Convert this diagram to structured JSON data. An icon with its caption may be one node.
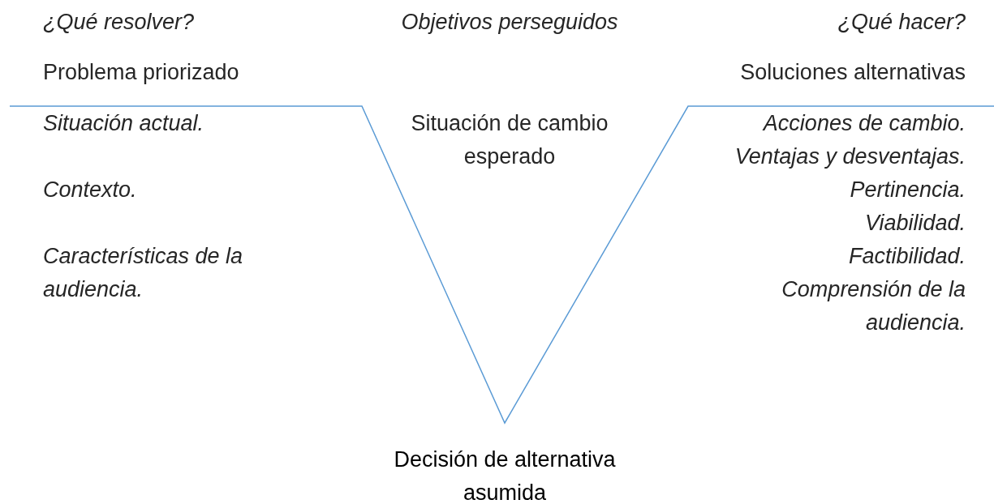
{
  "diagram": {
    "labels": [
      "¿Qué resolver?",
      "Objetivos perseguidos",
      "¿Qué hacer?",
      "Problema priorizado",
      "Soluciones alternativas",
      "Situación actual.",
      "Situación de cambio esperado",
      "Acciones de cambio.",
      "Ventajas y desventajas.",
      "Contexto.",
      "Pertinencia.",
      "Viabilidad.",
      "Características de la audiencia.",
      "Factibilidad.",
      "Comprensión de la audiencia.",
      "Decisión de alternativa asumida"
    ]
  }
}
